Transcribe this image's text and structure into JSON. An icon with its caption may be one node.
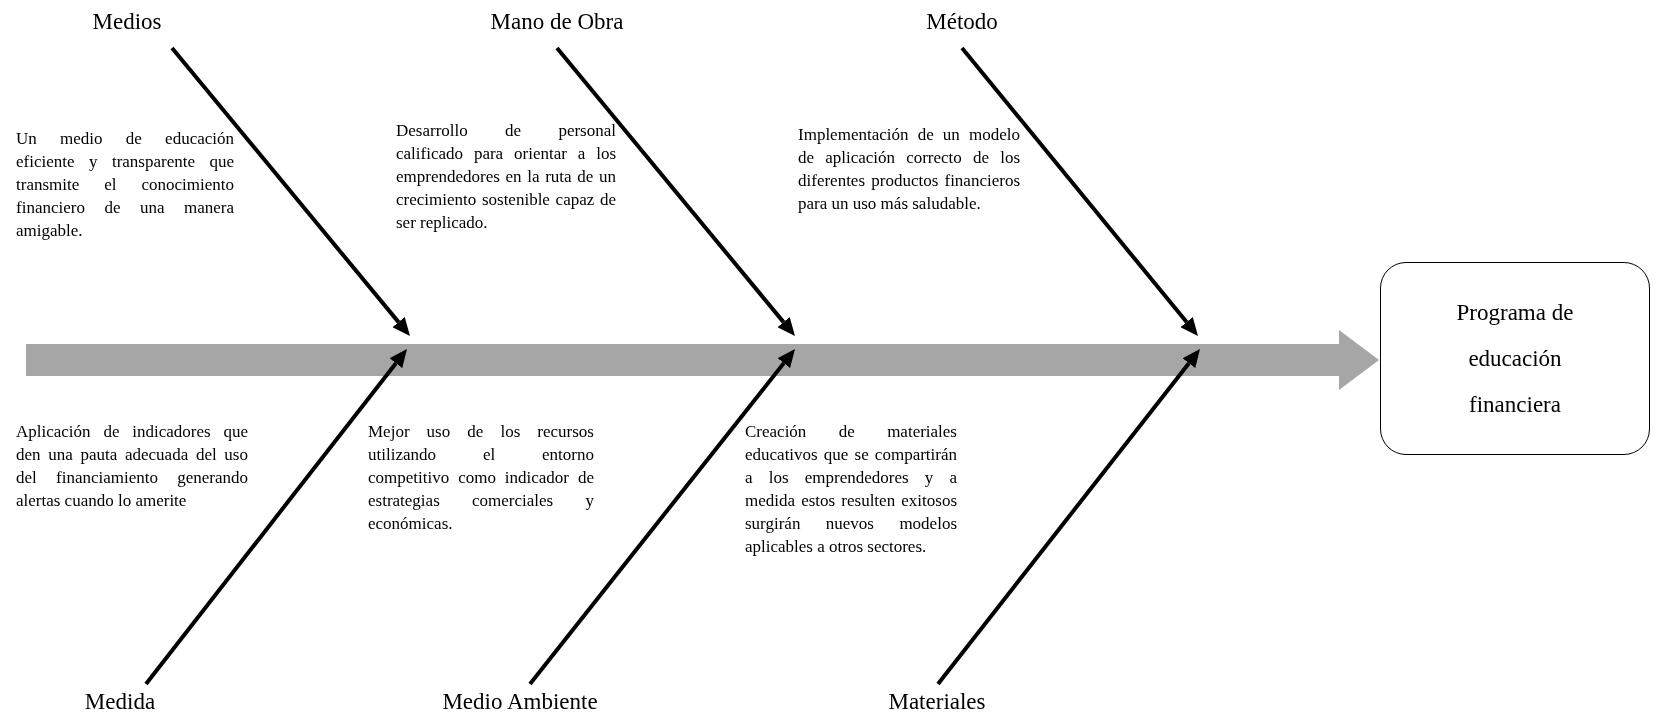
{
  "diagram": {
    "nodes": [
      {
        "text": [
          "Medios"
        ]
      },
      {
        "text": [
          "Mano de Obra"
        ]
      },
      {
        "text": [
          "Método"
        ]
      },
      {
        "text": [
          "Medida"
        ]
      },
      {
        "text": [
          "Medio Ambiente"
        ]
      },
      {
        "text": [
          "Materiales"
        ]
      },
      {
        "text": [
          "Programa de educación financiera"
        ]
      }
    ],
    "edges": [
      {
        "from": 0,
        "to": null,
        "arrow": "to"
      },
      {
        "from": 1,
        "to": null,
        "arrow": "to"
      },
      {
        "from": 2,
        "to": null,
        "arrow": "to"
      },
      {
        "from": 3,
        "to": null,
        "arrow": "to"
      },
      {
        "from": 4,
        "to": null,
        "arrow": "to"
      },
      {
        "from": 5,
        "to": null,
        "arrow": "to"
      },
      {
        "from": null,
        "to": 6,
        "arrow": "to",
        "style": "thick",
        "color": "#a6a6a6"
      }
    ],
    "labels": [
      "Un medio de educación eficiente y transparente que transmite el conocimiento financiero de una manera amigable.",
      "Desarrollo de personal calificado para orientar a los emprendedores en la ruta de un crecimiento sostenible capaz de ser replicado.",
      "Implementación de un modelo de aplicación correcto de los diferentes productos financieros para un uso más saludable.",
      "Aplicación de indicadores que den una pauta adecuada del uso del financiamiento generando alertas cuando lo amerite",
      "Mejor uso de los recursos utilizando el entorno competitivo como indicador de estrategias comerciales y económicas.",
      "Creación de materiales educativos que se compartirán a los emprendedores y a medida estos resulten exitosos surgirán nuevos modelos aplicables a otros sectores."
    ]
  }
}
